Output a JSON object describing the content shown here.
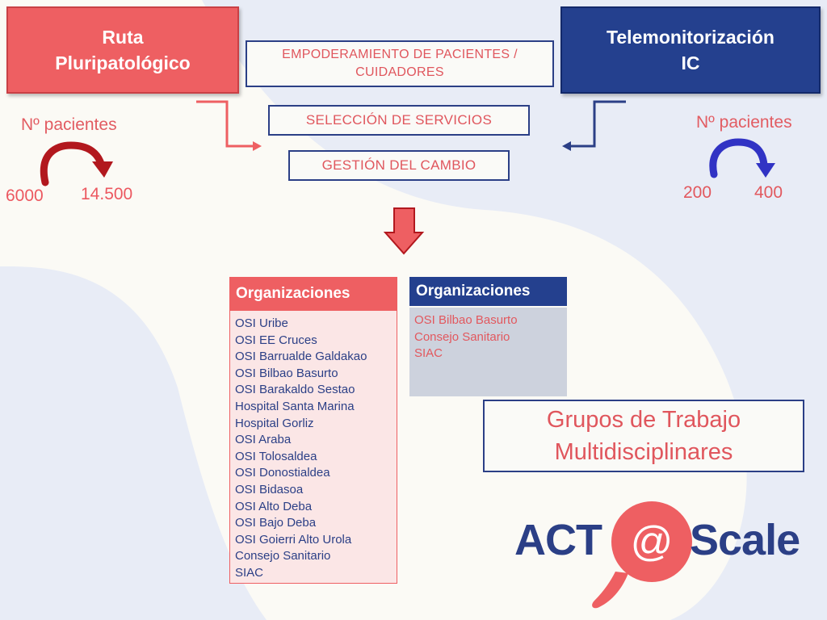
{
  "ruta": {
    "title": "Ruta Pluripatológico",
    "line1": "Ruta",
    "line2": "Pluripatológico"
  },
  "ic": {
    "title": "Telemonitorización IC",
    "line1": "Telemonitorización",
    "line2": "IC"
  },
  "steps": {
    "empoderamiento_line1": "EMPODERAMIENTO DE PACIENTES /",
    "empoderamiento_line2": "CUIDADORES",
    "seleccion": "SELECCIÓN DE SERVICIOS",
    "gestion": "GESTIÓN DEL CAMBIO"
  },
  "pacientes_left": {
    "label": "Nº pacientes",
    "from": "6000",
    "to": "14.500"
  },
  "pacientes_right": {
    "label": "Nº pacientes",
    "from": "200",
    "to": "400"
  },
  "org_left": {
    "header": "Organizaciones",
    "items": [
      "OSI Uribe",
      "OSI EE Cruces",
      "OSI Barrualde Galdakao",
      "OSI Bilbao Basurto",
      "OSI Barakaldo Sestao",
      "Hospital Santa Marina",
      "Hospital Gorliz",
      "OSI Araba",
      "OSI Tolosaldea",
      "OSI Donostialdea",
      "OSI Bidasoa",
      "OSI Alto Deba",
      "OSI Bajo Deba",
      "OSI Goierri Alto Urola",
      "Consejo Sanitario",
      "SIAC"
    ]
  },
  "org_right": {
    "header": "Organizaciones",
    "items": [
      "OSI Bilbao Basurto",
      "Consejo Sanitario",
      "SIAC"
    ]
  },
  "grupos": {
    "line1": "Grupos de Trabajo",
    "line2": "Multidisciplinares"
  },
  "logo": {
    "part1": "ACT",
    "at": "@",
    "part2": "Scale"
  },
  "colors": {
    "red": "#ee5f62",
    "navy": "#24408e",
    "background": "#e8ecf6"
  },
  "icons": [
    "curved-arrow-left-icon",
    "curved-arrow-right-icon",
    "down-arrow-icon",
    "elbow-arrow-icon"
  ]
}
